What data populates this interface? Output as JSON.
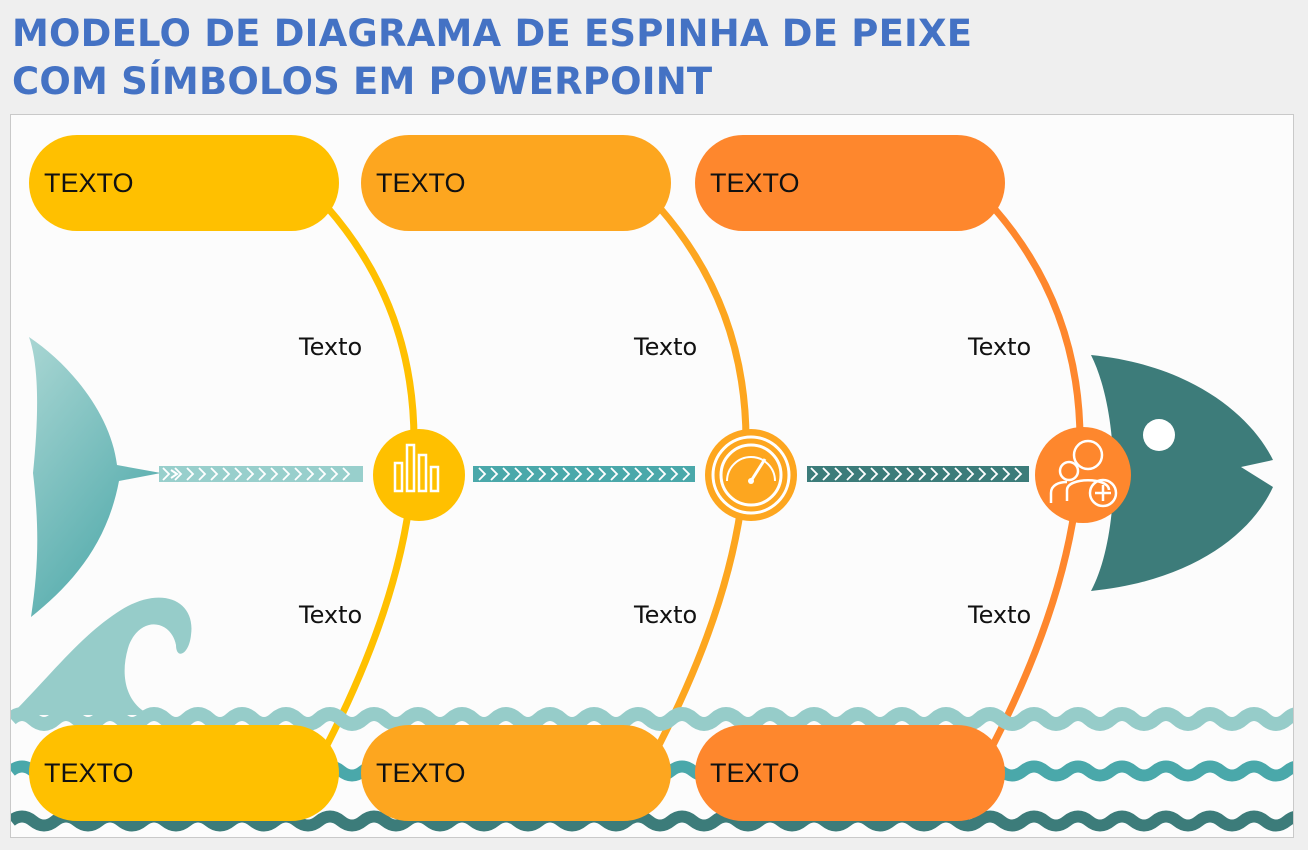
{
  "title": {
    "line1": "MODELO DE DIAGRAMA DE ESPINHA DE PEIXE",
    "line2": "COM SÍMBOLOS EM POWERPOINT"
  },
  "categories_top": [
    "TEXTO",
    "TEXTO",
    "TEXTO"
  ],
  "categories_bottom": [
    "TEXTO",
    "TEXTO",
    "TEXTO"
  ],
  "causes_top": [
    "Texto",
    "Texto",
    "Texto"
  ],
  "causes_bottom": [
    "Texto",
    "Texto",
    "Texto"
  ],
  "icons": [
    "bar-chart-icon",
    "speedometer-icon",
    "add-user-icon"
  ],
  "colors": {
    "title": "#4472c4",
    "yellow": "#ffc000",
    "amber": "#fda61f",
    "orange": "#fe872d",
    "teal_dark": "#3c7c7a",
    "teal_mid": "#4aa8aa",
    "teal_light": "#96ccc9"
  }
}
